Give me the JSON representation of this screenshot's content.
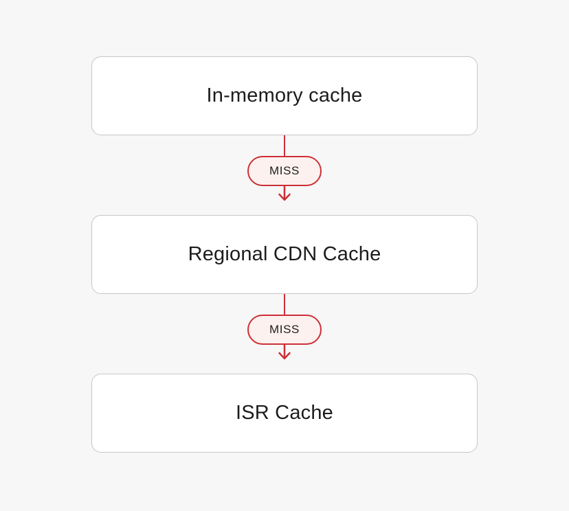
{
  "page": {
    "background_color": "#f7f7f7"
  },
  "diagram": {
    "type": "flowchart",
    "direction": "top-to-bottom",
    "nodes": [
      {
        "id": "in-memory-cache",
        "label": "In-memory cache"
      },
      {
        "id": "regional-cdn-cache",
        "label": "Regional CDN Cache"
      },
      {
        "id": "isr-cache",
        "label": "ISR Cache"
      }
    ],
    "connectors": [
      {
        "from": "in-memory-cache",
        "to": "regional-cdn-cache",
        "label": "MISS"
      },
      {
        "from": "regional-cdn-cache",
        "to": "isr-cache",
        "label": "MISS"
      }
    ],
    "colors": {
      "node_background": "#ffffff",
      "node_border": "#c6c6c6",
      "node_text": "#1c1c1c",
      "arrow": "#cc2f36",
      "badge_background": "#fdf1ef",
      "badge_border": "#cc2f36",
      "badge_text": "#202020"
    }
  }
}
